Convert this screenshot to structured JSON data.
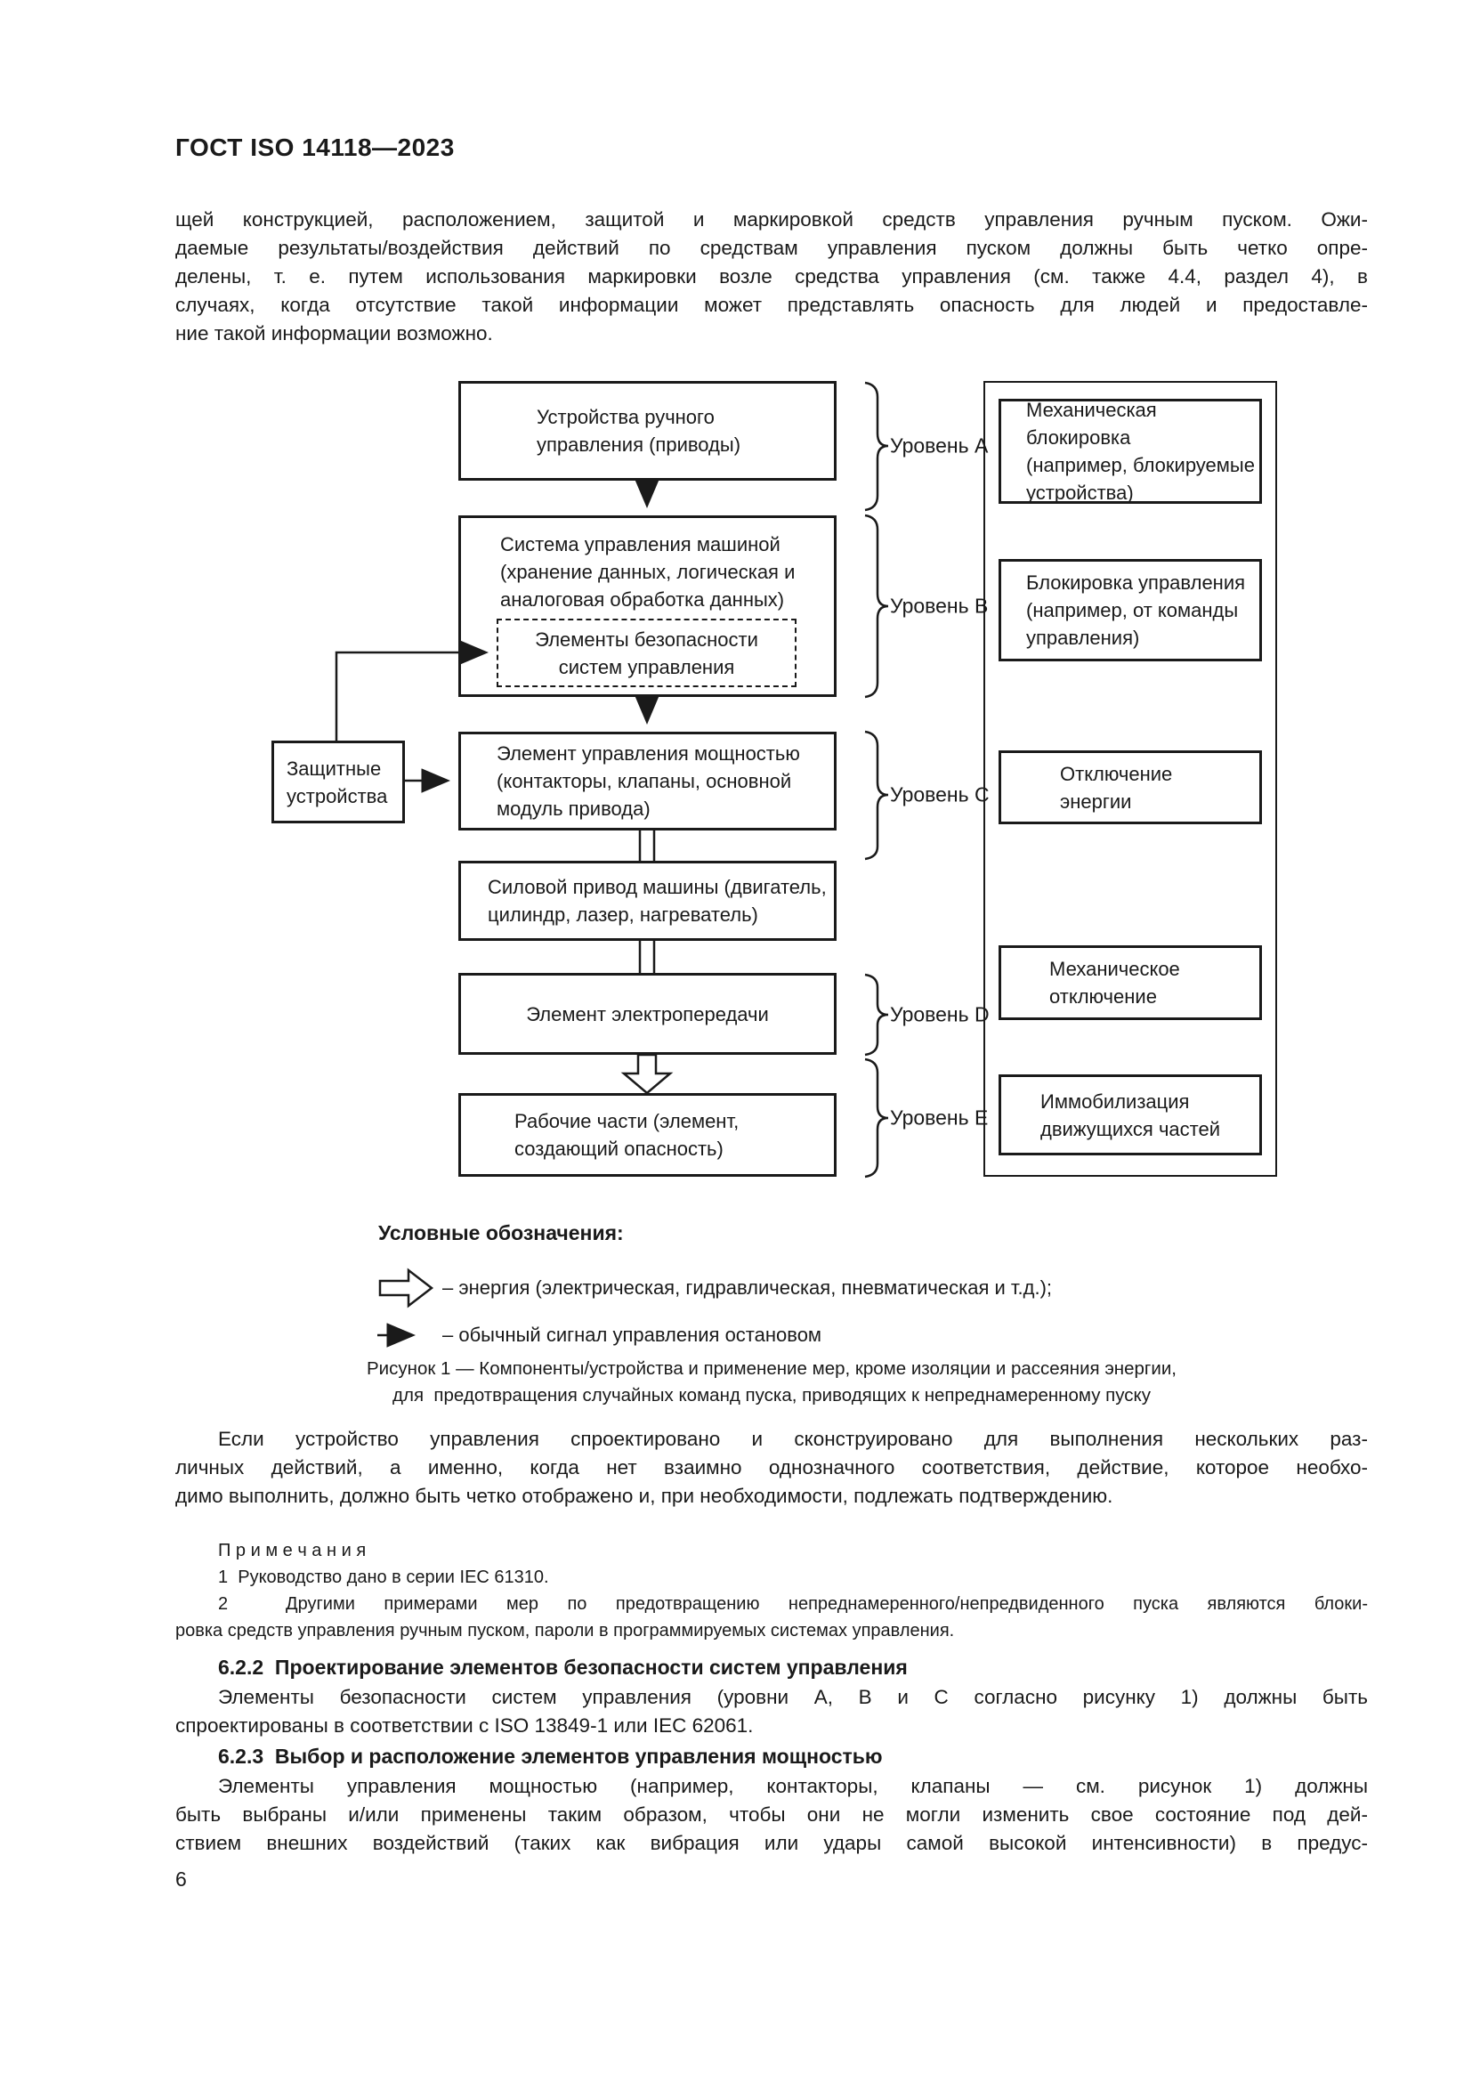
{
  "page": {
    "header": "ГОСТ ISO 14118—2023",
    "number": "6"
  },
  "intro": {
    "lines": [
      "щей конструкцией, расположением, защитой и маркировкой средств управления ручным пуском. Ожи-",
      "даемые результаты/воздействия действий по средствам управления пуском должны быть четко опре-",
      "делены, т. е. путем использования маркировки возле средства управления (см. также 4.4, раздел 4), в",
      "случаях, когда отсутствие такой информации может представлять опасность для людей и предоставле-",
      "ние такой информации возможно."
    ]
  },
  "figure": {
    "boxes": {
      "manual_devices": "Устройства ручного\nуправления (приводы)",
      "control_system": "Система управления машиной\n(хранение данных, логическая и\nаналоговая обработка данных)",
      "safety_elements": "Элементы безопасности\nсистем управления",
      "power_control": "Элемент управления мощностью\n(контакторы, клапаны, основной\nмодуль привода)",
      "power_drive": "Силовой привод машины (двигатель,\nцилиндр, лазер, нагреватель)",
      "transmission": "Элемент электропередачи",
      "working_parts": "Рабочие части (элемент,\nсоздающий опасность)",
      "protective_devices": "Защитные\nустройства",
      "mechanical_lock": "Механическая блокировка\n(например, блокируемые\nустройства)",
      "control_lock": "Блокировка управления\n(например, от команды\nуправления)",
      "energy_off": "Отключение\nэнергии",
      "mechanical_off": "Механическое\nотключение",
      "immobilization": "Иммобилизация\nдвижущихся частей"
    },
    "levels": [
      "Уровень A",
      "Уровень B",
      "Уровень C",
      "Уровень D",
      "Уровень E"
    ],
    "legend": {
      "title": "Условные обозначения:",
      "energy": "– энергия (электрическая, гидравлическая, пневматическая и т.д.);",
      "signal": "– обычный сигнал управления остановом"
    },
    "caption_line1": "Рисунок 1 — Компоненты/устройства и применение мер, кроме изоляции и рассеяния энергии,",
    "caption_line2": "для  предотвращения случайных команд пуска, приводящих к непреднамеренному пуску"
  },
  "para_after_figure": {
    "lines": [
      "Если устройство управления спроектировано и сконструировано для выполнения нескольких раз-",
      "личных действий, а именно, когда нет взаимно однозначного соответствия, действие, которое необхо-",
      "димо выполнить, должно быть четко отображено и, при необходимости, подлежать подтверждению."
    ]
  },
  "notes": {
    "title": "П р и м е ч а н и я",
    "note1": "1  Руководство дано в серии IEC 61310.",
    "note2_line1": "2  Другими примерами мер по предотвращению непреднамеренного/непредвиденного пуска являются блоки-",
    "note2_line2": "ровка средств управления ручным пуском, пароли в программируемых системах управления."
  },
  "section_622": {
    "heading": "6.2.2  Проектирование элементов безопасности систем управления",
    "lines": [
      "Элементы безопасности систем управления (уровни A, B и C согласно рисунку 1) должны быть",
      "спроектированы в соответствии с ISO 13849-1 или IEC 62061."
    ]
  },
  "section_623": {
    "heading": "6.2.3  Выбор и расположение элементов управления мощностью",
    "lines": [
      "Элементы управления мощностью (например, контакторы, клапаны — см. рисунок 1) должны",
      "быть выбраны и/или применены таким образом, чтобы они не могли изменить свое состояние под дей-",
      "ствием внешних воздействий (таких как вибрация или удары самой высокой интенсивности) в предус-"
    ]
  },
  "colors": {
    "ink": "#1a1a1a",
    "paper": "#ffffff"
  }
}
